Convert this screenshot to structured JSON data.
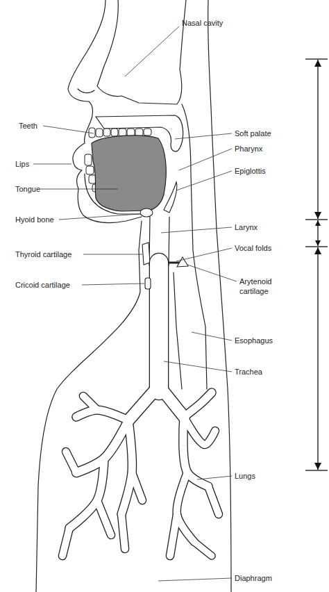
{
  "diagram": {
    "labels": [
      "Nasal cavity",
      "Soft palate",
      "Teeth",
      "Pharynx",
      "Lips",
      "Epiglottis",
      "Tongue",
      "Hyoid bone",
      "Larynx",
      "Vocal folds",
      "Thyroid cartilage",
      "Cricoid cartilage",
      "Arytenoid cartilage",
      "Esophagus",
      "Trachea",
      "Lungs",
      "Diaphragm"
    ]
  }
}
